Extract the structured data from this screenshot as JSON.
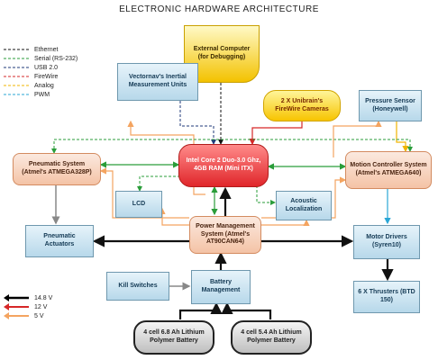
{
  "title": "ELECTRONIC HARDWARE ARCHITECTURE",
  "colors": {
    "ethernet": "#111111",
    "serial": "#2a9d3a",
    "usb": "#1f3a7a",
    "firewire": "#d62728",
    "analog": "#f0b400",
    "pwm": "#2aa6d6",
    "v14_8": "#000000",
    "v12": "#d62728",
    "v5": "#f4a460"
  },
  "legend_signals": [
    {
      "label": "Ethernet",
      "color_key": "ethernet"
    },
    {
      "label": "Serial (RS-232)",
      "color_key": "serial"
    },
    {
      "label": "USB 2.0",
      "color_key": "usb"
    },
    {
      "label": "FireWire",
      "color_key": "firewire"
    },
    {
      "label": "Analog",
      "color_key": "analog"
    },
    {
      "label": "PWM",
      "color_key": "pwm"
    }
  ],
  "legend_power": [
    {
      "label": "14.8 V",
      "color_key": "v14_8"
    },
    {
      "label": "12 V",
      "color_key": "v12"
    },
    {
      "label": "5 V",
      "color_key": "v5"
    }
  ],
  "nodes": {
    "external_computer": "External Computer (for Debugging)",
    "vectornav": "Vectornav's Inertial Measurement Units",
    "cameras": "2 X Unibrain's FireWire Cameras",
    "pressure_sensor": "Pressure Sensor (Honeywell)",
    "pneumatic_system": "Pneumatic System (Atmel's ATMEGA328P)",
    "cpu": "Intel Core 2 Duo-3.0 Ghz, 4GB RAM (Mini ITX)",
    "motor_controller": "Motion Controller System (Atmel's ATMEGA640)",
    "lcd": "LCD",
    "acoustic": "Acoustic Localization",
    "power_management": "Power Management System (Atmel's AT90CAN64)",
    "pneumatic_actuators": "Pneumatic Actuators",
    "motor_drivers": "Motor Drivers (Syren10)",
    "kill_switches": "Kill Switches",
    "battery_management": "Battery Management",
    "thrusters": "6 X Thrusters (BTD 150)",
    "battery1": "4 cell 6.8 Ah Lithium Polymer Battery",
    "battery2": "4 cell 5.4 Ah Lithium Polymer Battery"
  }
}
